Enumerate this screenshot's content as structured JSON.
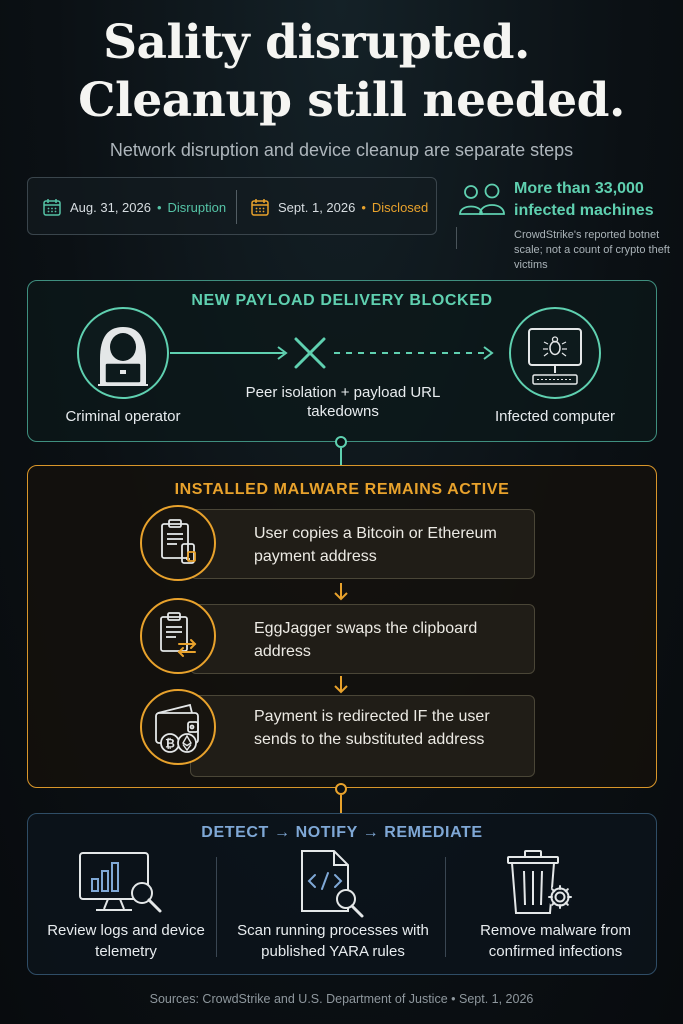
{
  "header": {
    "title_line1": "Sality disrupted.",
    "title_line2": "Cleanup still needed.",
    "subtitle": "Network disruption and device cleanup are separate steps"
  },
  "dates": [
    {
      "date": "Aug. 31, 2026",
      "label": "Disruption",
      "color": "#55c3a6"
    },
    {
      "date": "Sept. 1, 2026",
      "label": "Disclosed",
      "color": "#e8a22c"
    }
  ],
  "stat": {
    "headline": "More than 33,000 infected machines",
    "note": "CrowdStrike's reported botnet scale; not a count of crypto theft victims"
  },
  "panel_delivery": {
    "heading": "NEW PAYLOAD DELIVERY BLOCKED",
    "operator_label": "Criminal operator",
    "action_label": "Peer isolation + payload URL takedowns",
    "target_label": "Infected computer",
    "color": "#5fd0b0"
  },
  "panel_malware": {
    "heading": "INSTALLED MALWARE REMAINS ACTIVE",
    "color": "#e8a22c",
    "steps": [
      {
        "text": "User copies a Bitcoin or Ethereum payment address",
        "icon": "clipboard-devices-icon"
      },
      {
        "text": "EggJagger swaps the clipboard address",
        "icon": "clipboard-swap-icon"
      },
      {
        "text": "Payment is redirected IF the user sends to the substituted address",
        "icon": "crypto-wallet-icon"
      }
    ]
  },
  "panel_remediate": {
    "heading": "DETECT → NOTIFY → REMEDIATE",
    "color": "#7fa8d6",
    "actions": [
      {
        "text": "Review logs and device telemetry",
        "icon": "monitor-chart-search-icon"
      },
      {
        "text": "Scan running processes with published YARA rules",
        "icon": "code-file-search-icon"
      },
      {
        "text": "Remove malware from confirmed infections",
        "icon": "trash-gear-icon"
      }
    ]
  },
  "footer": "Sources: CrowdStrike and U.S. Department of Justice • Sept. 1, 2026"
}
